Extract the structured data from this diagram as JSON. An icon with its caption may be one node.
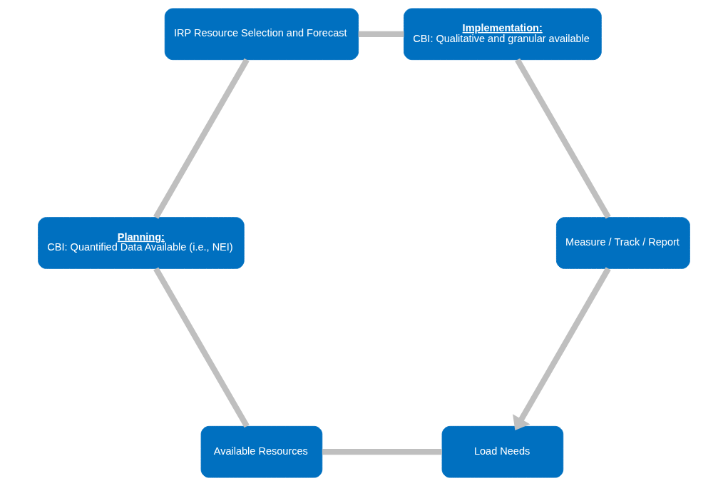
{
  "diagram": {
    "nodes": [
      {
        "text": [
          "Load Needs"
        ]
      },
      {
        "text": [
          "Available Resources"
        ]
      },
      {
        "text": [
          "Planning:",
          "CBI: Quantified Data Available (i.e., NEI)"
        ]
      },
      {
        "text": [
          "IRP Resource Selection and Forecast"
        ]
      },
      {
        "text": [
          "Implementation:",
          "CBI: Qualitative and granular available"
        ]
      },
      {
        "text": [
          "Measure / Track / Report"
        ]
      }
    ],
    "edges": [
      {
        "from": 0,
        "to": 1,
        "arrow": "none"
      },
      {
        "from": 1,
        "to": 2,
        "arrow": "none"
      },
      {
        "from": 2,
        "to": 3,
        "arrow": "none"
      },
      {
        "from": 3,
        "to": 4,
        "arrow": "none"
      },
      {
        "from": 4,
        "to": 5,
        "arrow": "none"
      },
      {
        "from": 5,
        "to": 0,
        "arrow": "to"
      }
    ]
  }
}
